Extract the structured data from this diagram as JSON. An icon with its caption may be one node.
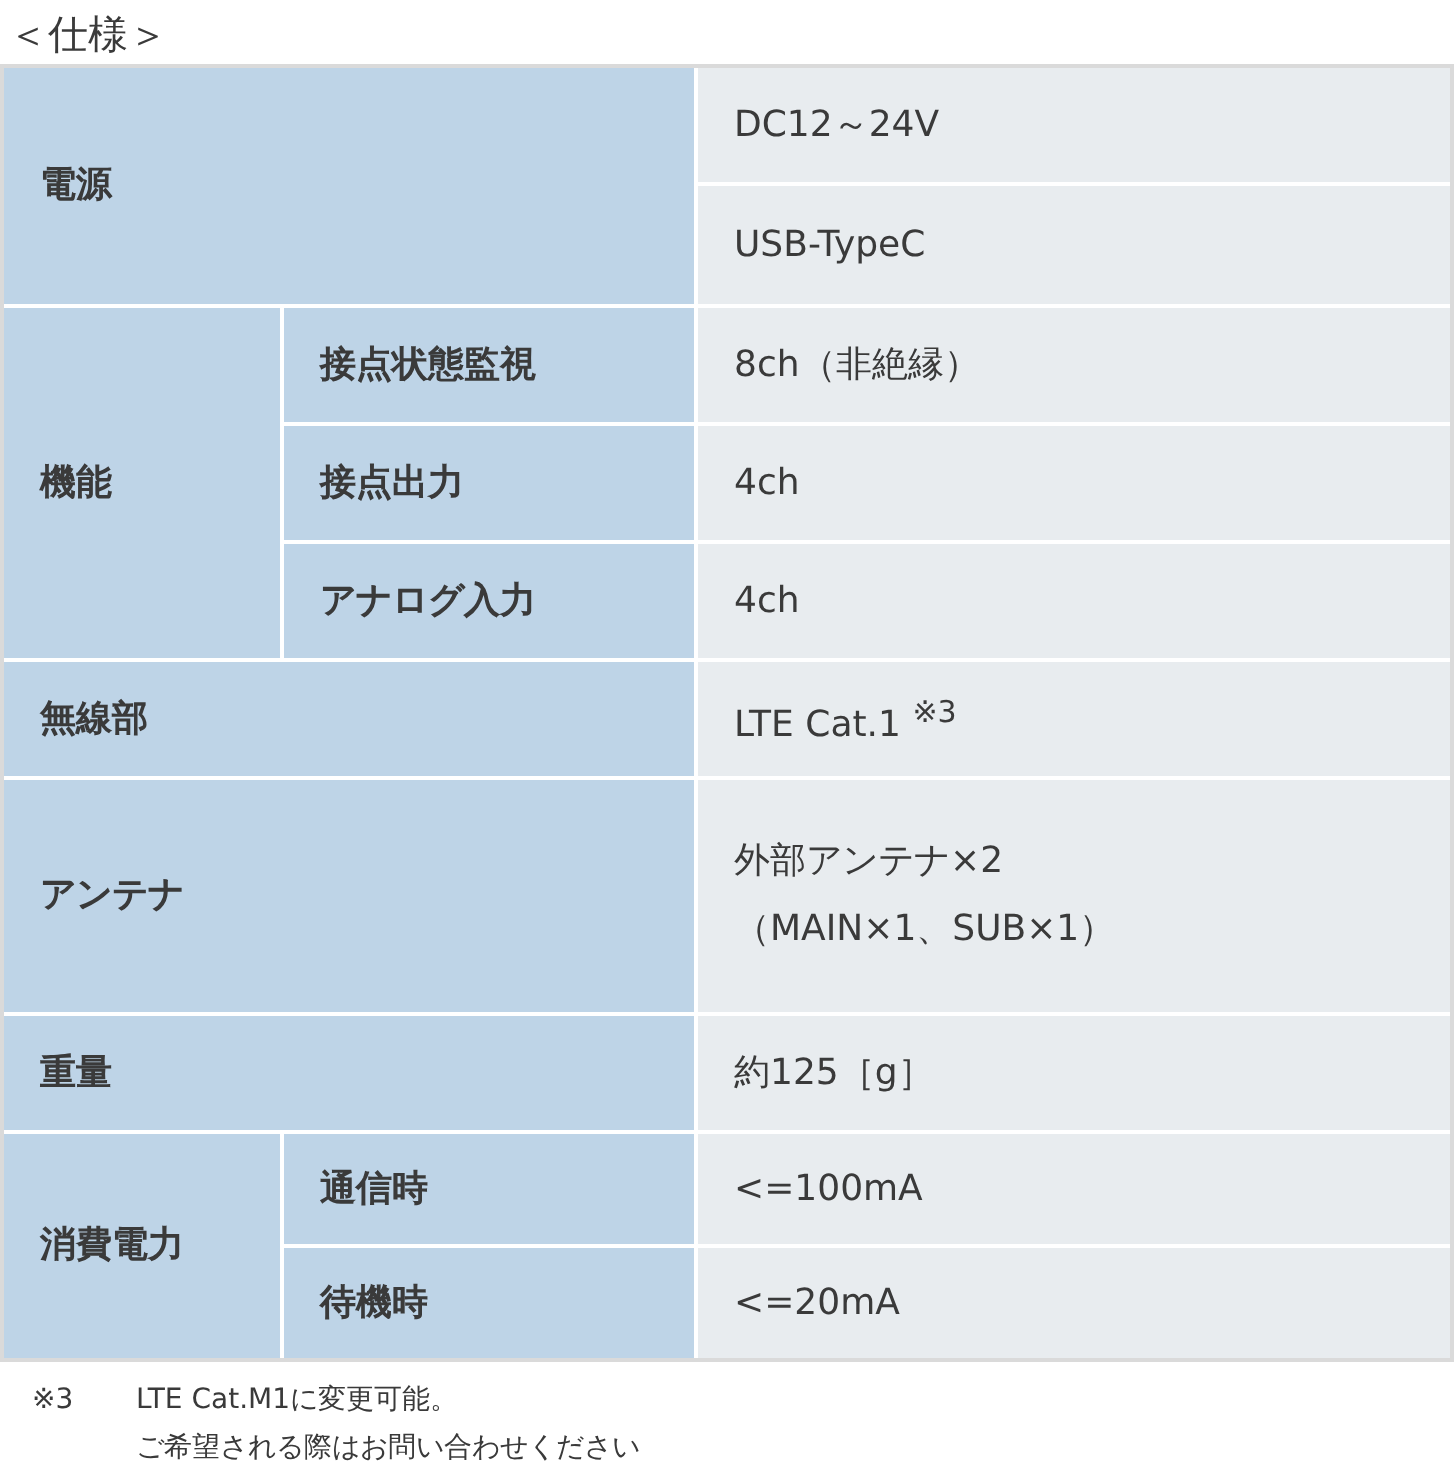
{
  "diagram": {
    "title": "＜仕様＞",
    "labels": [
      "電源",
      "DC12～24V",
      "USB-TypeC",
      "機能",
      "接点状態監視",
      "8ch（非絶縁）",
      "接点出力",
      "4ch",
      "アナログ入力",
      "4ch",
      "無線部",
      "LTE Cat.1 $^{※3}$",
      "アンテナ",
      "外部アンテナ×2（MAIN×1、SUB×1）",
      "重量",
      "約125［g］",
      "消費電力",
      "通信時",
      "<=100mA",
      "待機時",
      "<=20mA",
      "※3",
      "LTE Cat.M1に変更可能。ご希望される際はお問い合わせください"
    ]
  }
}
